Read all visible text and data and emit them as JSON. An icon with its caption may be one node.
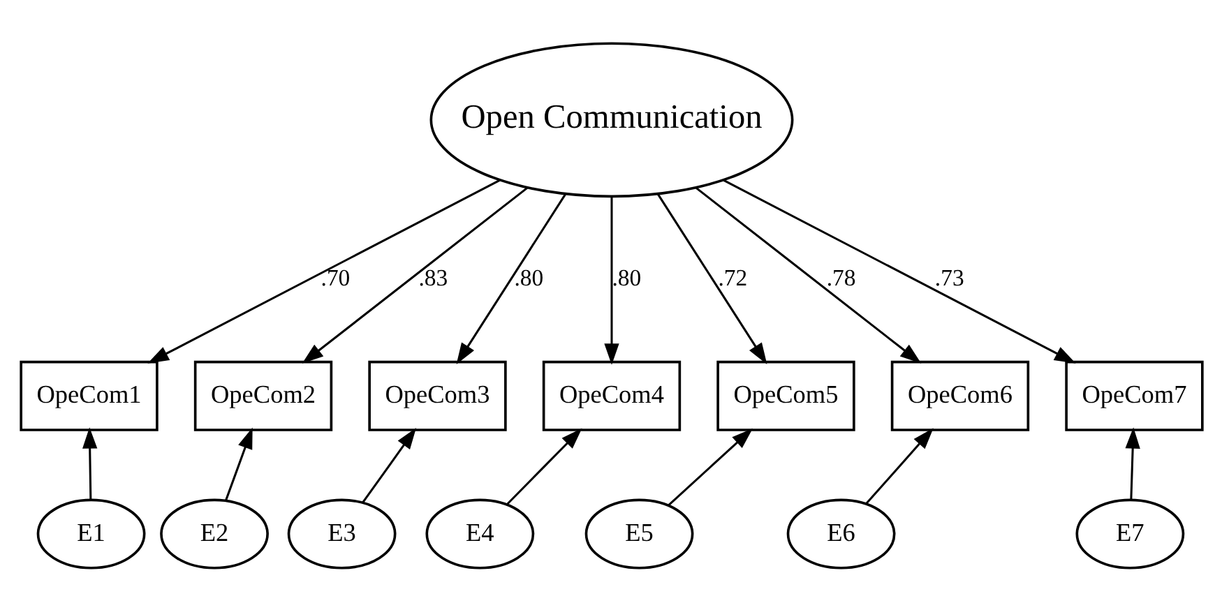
{
  "diagram": {
    "nodes": [
      {
        "text": [
          "Open Communication"
        ]
      },
      {
        "text": [
          "OpeCom1"
        ]
      },
      {
        "text": [
          "OpeCom2"
        ]
      },
      {
        "text": [
          "OpeCom3"
        ]
      },
      {
        "text": [
          "OpeCom4"
        ]
      },
      {
        "text": [
          "OpeCom5"
        ]
      },
      {
        "text": [
          "OpeCom6"
        ]
      },
      {
        "text": [
          "OpeCom7"
        ]
      },
      {
        "text": [
          "E1"
        ]
      },
      {
        "text": [
          "E2"
        ]
      },
      {
        "text": [
          "E3"
        ]
      },
      {
        "text": [
          "E4"
        ]
      },
      {
        "text": [
          "E5"
        ]
      },
      {
        "text": [
          "E6"
        ]
      },
      {
        "text": [
          "E7"
        ]
      }
    ],
    "edges": [
      {
        "from": 0,
        "to": 1,
        "arrow": "to",
        "label": ".70"
      },
      {
        "from": 0,
        "to": 2,
        "arrow": "to",
        "label": ".83"
      },
      {
        "from": 0,
        "to": 3,
        "arrow": "to",
        "label": ".80"
      },
      {
        "from": 0,
        "to": 4,
        "arrow": "to",
        "label": ".80"
      },
      {
        "from": 0,
        "to": 5,
        "arrow": "to",
        "label": ".72"
      },
      {
        "from": 0,
        "to": 6,
        "arrow": "to",
        "label": ".78"
      },
      {
        "from": 0,
        "to": 7,
        "arrow": "to",
        "label": ".73"
      },
      {
        "from": 8,
        "to": 1,
        "arrow": "to"
      },
      {
        "from": 9,
        "to": 2,
        "arrow": "to"
      },
      {
        "from": 10,
        "to": 3,
        "arrow": "to"
      },
      {
        "from": 11,
        "to": 4,
        "arrow": "to"
      },
      {
        "from": 12,
        "to": 5,
        "arrow": "to"
      },
      {
        "from": 13,
        "to": 6,
        "arrow": "to"
      },
      {
        "from": 14,
        "to": 7,
        "arrow": "to"
      }
    ]
  }
}
